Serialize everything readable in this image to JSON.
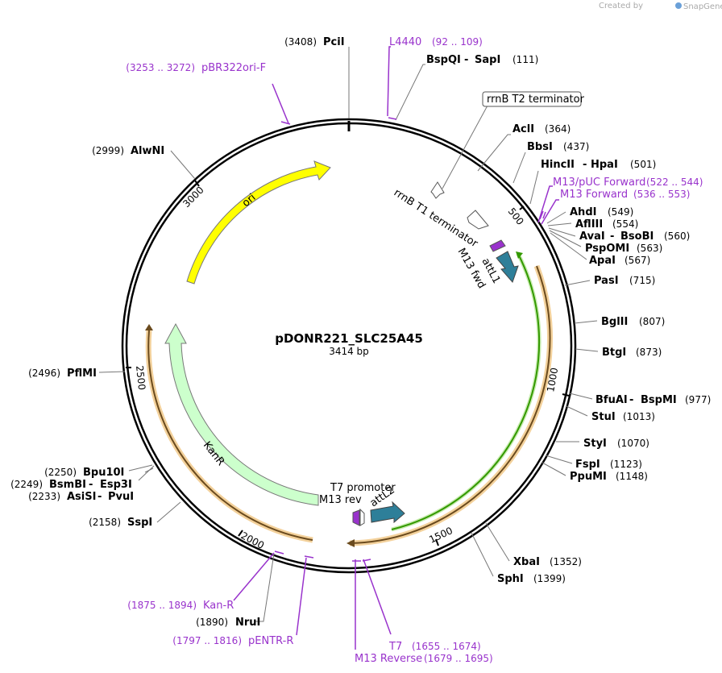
{
  "watermark": "Created by",
  "brand": "SnapGene",
  "plasmid": {
    "name": "pDONR221_SLC25A45",
    "size_label": "3414 bp",
    "length": 3414
  },
  "colors": {
    "primer": "#9933cc",
    "ori": "#ffff00",
    "kanr": "#ccffcc",
    "attl": "#2e7f99",
    "orange_feature": "#e6a64d",
    "green_feature": "#339900",
    "backbone": "#000000"
  },
  "ticks": [
    "500",
    "1000",
    "1500",
    "2000",
    "2500",
    "3000"
  ],
  "sites": [
    {
      "name": "PciI",
      "pos": "(3408)"
    },
    {
      "name": "BspQI",
      "sep": " - ",
      "name2": "SapI",
      "pos": "(111)"
    },
    {
      "name": "AclI",
      "pos": "(364)"
    },
    {
      "name": "BbsI",
      "pos": "(437)"
    },
    {
      "name": "HincII",
      "sep": " - ",
      "name2": "HpaI",
      "pos": "(501)"
    },
    {
      "name": "AhdI",
      "pos": "(549)"
    },
    {
      "name": "AflIII",
      "pos": "(554)"
    },
    {
      "name": "AvaI",
      "sep": " - ",
      "name2": "BsoBI",
      "pos": "(560)"
    },
    {
      "name": "PspOMI",
      "pos": "(563)"
    },
    {
      "name": "ApaI",
      "pos": "(567)"
    },
    {
      "name": "PasI",
      "pos": "(715)"
    },
    {
      "name": "BglII",
      "pos": "(807)"
    },
    {
      "name": "BtgI",
      "pos": "(873)"
    },
    {
      "name": "BfuAI",
      "sep": " - ",
      "name2": "BspMI",
      "pos": "(977)"
    },
    {
      "name": "StuI",
      "pos": "(1013)"
    },
    {
      "name": "StyI",
      "pos": "(1070)"
    },
    {
      "name": "FspI",
      "pos": "(1123)"
    },
    {
      "name": "PpuMI",
      "pos": "(1148)"
    },
    {
      "name": "XbaI",
      "pos": "(1352)"
    },
    {
      "name": "SphI",
      "pos": "(1399)"
    },
    {
      "name": "NruI",
      "pos": "(1890)"
    },
    {
      "name": "SspI",
      "pos": "(2158)"
    },
    {
      "name": "AsiSI",
      "sep": " - ",
      "name2": "PvuI",
      "pos": "(2233)"
    },
    {
      "name": "BsmBI",
      "sep": " - ",
      "name2": "Esp3I",
      "pos": "(2249)"
    },
    {
      "name": "Bpu10I",
      "pos": "(2250)"
    },
    {
      "name": "PflMI",
      "pos": "(2496)"
    },
    {
      "name": "AlwNI",
      "pos": "(2999)"
    }
  ],
  "primers": [
    {
      "name": "L4440",
      "range": "(92 .. 109)"
    },
    {
      "name": "pBR322ori-F",
      "range": "(3253 .. 3272)"
    },
    {
      "name": "M13/pUC Forward",
      "range": "(522 .. 544)"
    },
    {
      "name": "M13 Forward",
      "range": "(536 .. 553)"
    },
    {
      "name": "Kan-R",
      "range": "(1875 .. 1894)"
    },
    {
      "name": "pENTR-R",
      "range": "(1797 .. 1816)"
    },
    {
      "name": "T7",
      "range": "(1655 .. 1674)"
    },
    {
      "name": "M13 Reverse",
      "range": "(1679 .. 1695)"
    }
  ],
  "features": {
    "rrnb_t2": "rrnB T2 terminator",
    "rrnb_t1": "rrnB T1 terminator",
    "m13fwd": "M13 fwd",
    "attl1": "attL1",
    "t7promoter": "T7 promoter",
    "m13rev": "M13 rev",
    "attl2": "attL2",
    "ori": "ori",
    "kanr": "KanR"
  }
}
